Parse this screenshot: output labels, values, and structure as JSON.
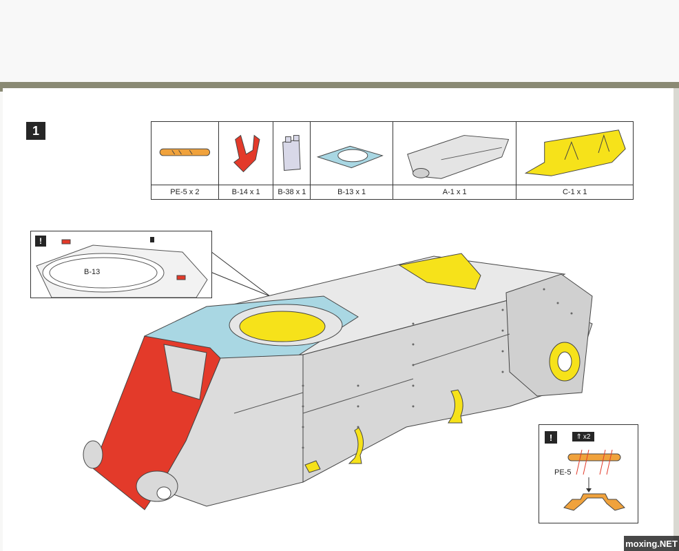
{
  "step": {
    "number": "1"
  },
  "parts": [
    {
      "label": "PE-5 x 2",
      "color": "#f0a23c"
    },
    {
      "label": "B-14 x 1",
      "color": "#e33a2a"
    },
    {
      "label": "B-38 x 1",
      "color": "#d8d8e8"
    },
    {
      "label": "B-13 x 1",
      "color": "#a9d7e3"
    },
    {
      "label": "A-1 x 1",
      "color": "#e4e4e4"
    },
    {
      "label": "C-1 x 1",
      "color": "#f6e21a"
    }
  ],
  "callout": {
    "mark": "!",
    "label": "B-13"
  },
  "note": {
    "mark": "!",
    "fold_count": "x2",
    "part_label": "PE-5"
  },
  "watermark": "moxing.NET",
  "colors": {
    "hull": "#dcdcdc",
    "red": "#e33a2a",
    "blue": "#a9d7e3",
    "yellow": "#f6e21a",
    "orange": "#f0a23c"
  }
}
